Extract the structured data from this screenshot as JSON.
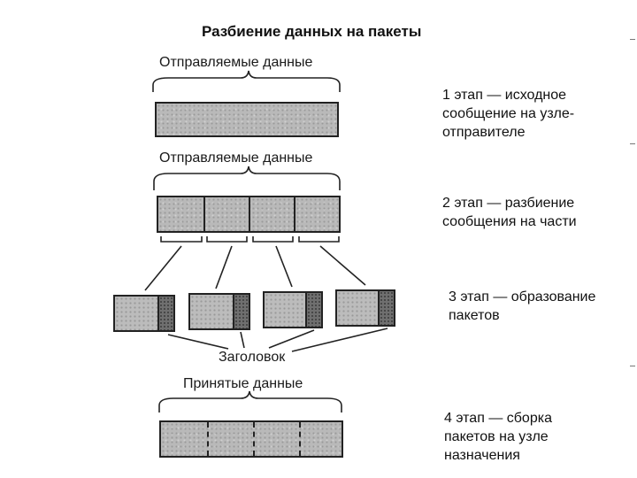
{
  "title": "Разбиение данных на пакеты",
  "labels": {
    "sent_data_1": "Отправляемые данные",
    "sent_data_2": "Отправляемые данные",
    "header": "Заголовок",
    "received_data": "Принятые данные"
  },
  "stages": [
    {
      "lines": [
        "1 этап — исходное",
        "сообщение на узле-",
        "отправителе"
      ]
    },
    {
      "lines": [
        "2 этап — разбиение",
        "сообщения на части"
      ]
    },
    {
      "lines": [
        "3 этап — образование",
        "пакетов"
      ]
    },
    {
      "lines": [
        "4 этап — сборка",
        "пакетов на узле",
        "назначения"
      ]
    }
  ]
}
